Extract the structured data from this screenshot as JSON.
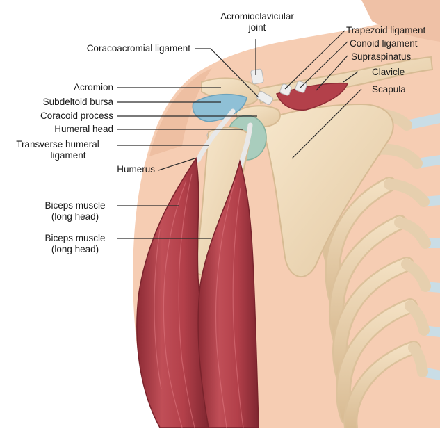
{
  "diagram": {
    "labels": {
      "acromioclavicular_joint": "Acromioclavicular",
      "acromioclavicular_joint_line2": "joint",
      "trapezoid_ligament": "Trapezoid ligament",
      "conoid_ligament": "Conoid ligament",
      "supraspinatus": "Supraspinatus",
      "clavicle": "Clavicle",
      "scapula": "Scapula",
      "coracoacromial_ligament": "Coracoacromial ligament",
      "acromion": "Acromion",
      "subdeltoid_bursa": "Subdeltoid bursa",
      "coracoid_process": "Coracoid process",
      "humeral_head": "Humeral head",
      "transverse_humeral_ligament": "Transverse humeral",
      "transverse_humeral_ligament_line2": "ligament",
      "humerus": "Humerus",
      "biceps_long_head_1": "Biceps muscle",
      "biceps_long_head_1_line2": "(long head)",
      "biceps_long_head_2": "Biceps muscle",
      "biceps_long_head_2_line2": "(long head)"
    },
    "colors": {
      "skin": "#f6cdb3",
      "skin_shadow": "#eab596",
      "bone": "#f1dcbc",
      "bone_shadow": "#dcc19b",
      "cartilage": "#c9dde6",
      "muscle": "#b3404a",
      "muscle_dark": "#8d2b35",
      "bursa": "#8fc0d6",
      "humeral_head": "#a9cdbd",
      "leader": "#2b2b2b"
    }
  }
}
